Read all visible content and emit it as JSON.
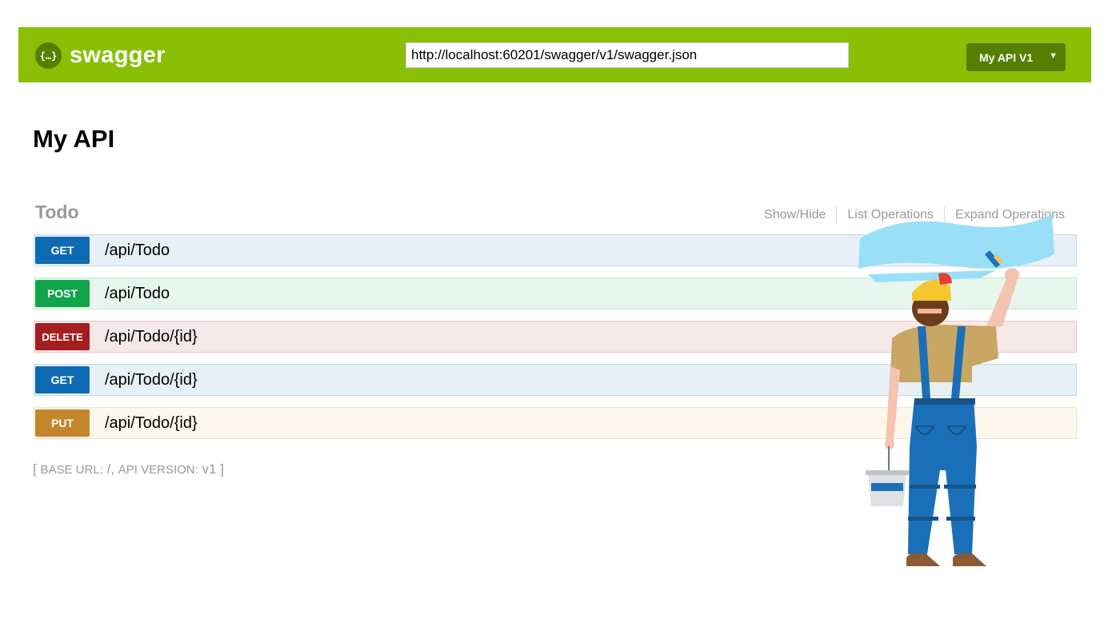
{
  "header": {
    "logo_icon": "{…}",
    "logo_text": "swagger",
    "url_value": "http://localhost:60201/swagger/v1/swagger.json",
    "api_select": "My API V1",
    "select_arrow": "▼",
    "brand_color": "#89bf04"
  },
  "page": {
    "title": "My API"
  },
  "section": {
    "title": "Todo",
    "links": [
      "Show/Hide",
      "List Operations",
      "Expand Operations"
    ]
  },
  "operations": [
    {
      "method": "GET",
      "path": "/api/Todo"
    },
    {
      "method": "POST",
      "path": "/api/Todo"
    },
    {
      "method": "DELETE",
      "path": "/api/Todo/{id}"
    },
    {
      "method": "GET",
      "path": "/api/Todo/{id}"
    },
    {
      "method": "PUT",
      "path": "/api/Todo/{id}"
    }
  ],
  "footer": {
    "open": "[",
    "base_url_label": "BASE URL:",
    "base_url_value": "/",
    "comma": ",",
    "api_version_label": "API VERSION:",
    "api_version_value": "v1",
    "close": "]"
  },
  "illustration": {
    "icon": "painter-illustration"
  }
}
